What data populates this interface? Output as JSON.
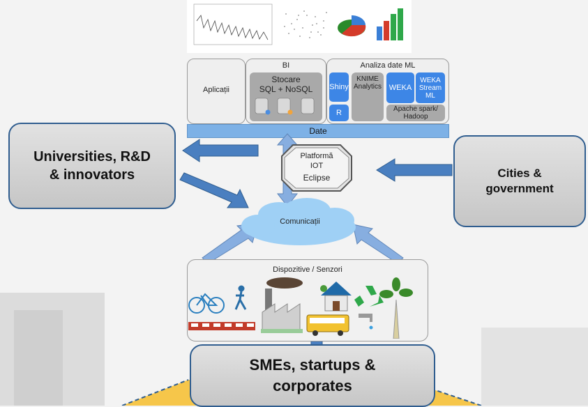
{
  "layers": {
    "bi_title": "BI",
    "ml_title": "Analiza date ML",
    "aplicatii": "Aplicații",
    "stocare_line1": "Stocare",
    "stocare_line2": "SQL + NoSQL",
    "shiny": "Shiny",
    "r": "R",
    "knime": "KNIME Analytics",
    "weka": "WEKA",
    "weka_stream": "WEKA Stream ML",
    "apache": "Apache spark/ Hadoop",
    "date": "Date"
  },
  "platform": {
    "line1": "Platformă",
    "line2": "IOT",
    "line3": "Eclipse"
  },
  "comms": "Comunicații",
  "devices_title": "Dispozitive / Senzori",
  "callouts": {
    "universities": "Universities, R&D & innovators",
    "cities": "Cities & government",
    "smes": "SMEs, startups & corporates"
  },
  "colors": {
    "accent_blue": "#4a7fc0",
    "storage_blue": "#3d86e6",
    "date_bar": "#7db1e6",
    "cloud": "#9fd0f5",
    "ground_yellow": "#f6c64a"
  }
}
